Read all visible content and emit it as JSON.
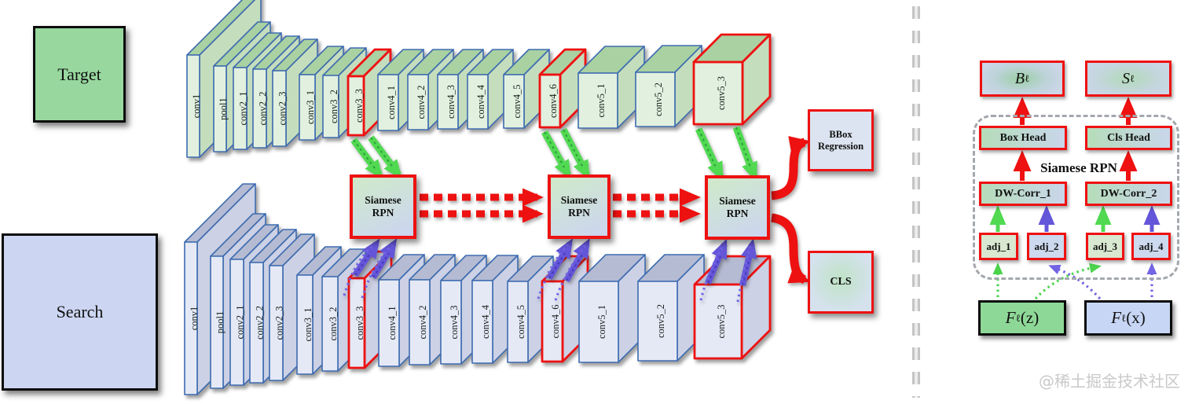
{
  "figure": {
    "target_label": "Target",
    "search_label": "Search",
    "backbone_layers": [
      {
        "label": "conv1"
      },
      {
        "label": "pool1"
      },
      {
        "label": "conv2_1"
      },
      {
        "label": "conv2_2"
      },
      {
        "label": "conv2_3"
      },
      {
        "label": "conv3_1"
      },
      {
        "label": "conv3_2"
      },
      {
        "label": "conv3_3",
        "highlighted": true
      },
      {
        "label": "conv4_1"
      },
      {
        "label": "conv4_2"
      },
      {
        "label": "conv4_3"
      },
      {
        "label": "conv4_4"
      },
      {
        "label": "conv4_5"
      },
      {
        "label": "conv4_6",
        "highlighted": true
      },
      {
        "label": "conv5_1"
      },
      {
        "label": "conv5_2"
      },
      {
        "label": "conv5_3",
        "highlighted": true
      }
    ],
    "rpn_module": {
      "line1": "Siamese",
      "line2": "RPN"
    },
    "outputs": {
      "bbox_line1": "BBox",
      "bbox_line2": "Regression",
      "cls": "CLS"
    }
  },
  "detail_panel": {
    "bbox_output": {
      "symbol": "B",
      "sub": "ℓ"
    },
    "score_output": {
      "symbol": "S",
      "sub": "ℓ"
    },
    "box_head": "Box Head",
    "cls_head": "Cls Head",
    "title": "Siamese RPN",
    "dw_corr_1": "DW-Corr_1",
    "dw_corr_2": "DW-Corr_2",
    "adj": [
      "adj_1",
      "adj_2",
      "adj_3",
      "adj_4"
    ],
    "feature_z": {
      "symbol": "F",
      "sub": "ℓ",
      "arg": "(z)"
    },
    "feature_x": {
      "symbol": "F",
      "sub": "ℓ",
      "arg": "(x)"
    }
  },
  "watermark": "@稀土掘金技术社区",
  "colors": {
    "highlight_red": "#ee1111",
    "arrow_green": "#52d952",
    "arrow_purple": "#6456d8",
    "steel_blue_outline": "#3e6cb0",
    "top_stack": {
      "front": "#e2f0df",
      "top": "#a9d1a2",
      "side": "#c4ddbd"
    },
    "bottom_stack": {
      "front": "#e5e9f6",
      "top": "#b5bbd2",
      "side": "#ccd1e5"
    },
    "target_fill": "#98d89e",
    "search_fill": "#ccd6f2"
  }
}
